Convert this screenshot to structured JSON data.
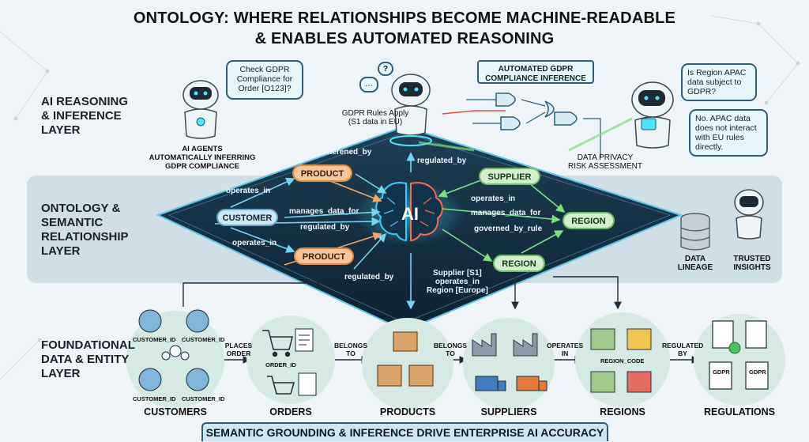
{
  "title": {
    "line1": "ONTOLOGY: WHERE RELATIONSHIPS BECOME MACHINE-READABLE",
    "line2": "& ENABLES AUTOMATED REASONING"
  },
  "layers": {
    "ai": [
      "AI REASONING",
      "& INFERENCE",
      "LAYER"
    ],
    "ontology": [
      "ONTOLOGY &",
      "SEMANTIC",
      "RELATIONSHIP",
      "LAYER"
    ],
    "foundation": [
      "FOUNDATIONAL",
      "DATA & ENTITY",
      "LAYER"
    ]
  },
  "ai_layer": {
    "bubble_check": [
      "Check GDPR",
      "Compliance for",
      "Order [O123]?"
    ],
    "gdpr_rules": [
      "GDPR Rules Apply",
      "(S1 data in EU)"
    ],
    "agents_caption": [
      "AI AGENTS",
      "AUTOMATICALLY INFERRING",
      "GDPR COMPLIANCE"
    ],
    "inference_box": [
      "AUTOMATED GDPR",
      "COMPLIANCE INFERENCE"
    ],
    "question": [
      "Is Region APAC",
      "data subject to",
      "GDPR?"
    ],
    "answer": [
      "No. APAC data",
      "does not interact",
      "with EU rules",
      "directly."
    ],
    "risk": [
      "DATA PRIVACY",
      "RISK ASSESSMENT"
    ],
    "question_mark": "?"
  },
  "ontology": {
    "nodes": {
      "product_top": "PRODUCT",
      "customer": "CUSTOMER",
      "product_bottom": "PRODUCT",
      "supplier": "SUPPLIER",
      "region_right": "REGION",
      "region_bottom": "REGION",
      "core": "AI"
    },
    "edges": {
      "governed_by_top": "oonerened_by",
      "regulated_by_top": "regulated_by",
      "operates_in_left": "operates_in",
      "manages_data_for_left": "manages_data_for",
      "regulated_by_left": "regulated_by",
      "operates_in_lower": "operates_in",
      "regulated_by_bottom": "regulated_by",
      "operates_in_right": "operates_in",
      "manages_data_for_right": "manages_data_for",
      "governed_by_rule": "governed_by_rule"
    },
    "supplier_note": [
      "Supplier [S1]",
      "operates_in",
      "Region [Europe]"
    ],
    "side": {
      "lineage": [
        "DATA",
        "LINEAGE"
      ],
      "insights": [
        "TRUSTED",
        "INSIGHTS"
      ]
    }
  },
  "foundation": {
    "customers": {
      "ids": [
        "CUSTOMER_ID",
        "CUSTOMER_ID",
        "CUSTOMER_ID",
        "CUSTOMER_ID"
      ],
      "label": "CUSTOMERS"
    },
    "orders": {
      "id": "ORDER_ID",
      "label": "ORDERS"
    },
    "products": {
      "label": "PRODUCTS"
    },
    "suppliers": {
      "label": "SUPPLIERS"
    },
    "regions": {
      "code": "REGION_CODE",
      "label": "REGIONS"
    },
    "regulations": {
      "doc1": "GDPR",
      "doc2": "GDPR",
      "label": "REGULATIONS"
    },
    "verbs": {
      "places": [
        "PLACES",
        "ORDER"
      ],
      "belongs1": [
        "BELONGS",
        "TO"
      ],
      "belongs2": [
        "BELONGS",
        "TO"
      ],
      "operates": [
        "OPERATES",
        "IN"
      ],
      "regulated": [
        "REGULATED",
        "BY"
      ]
    }
  },
  "footer": "SEMANTIC GROUNDING & INFERENCE DRIVE ENTERPRISE AI ACCURACY"
}
